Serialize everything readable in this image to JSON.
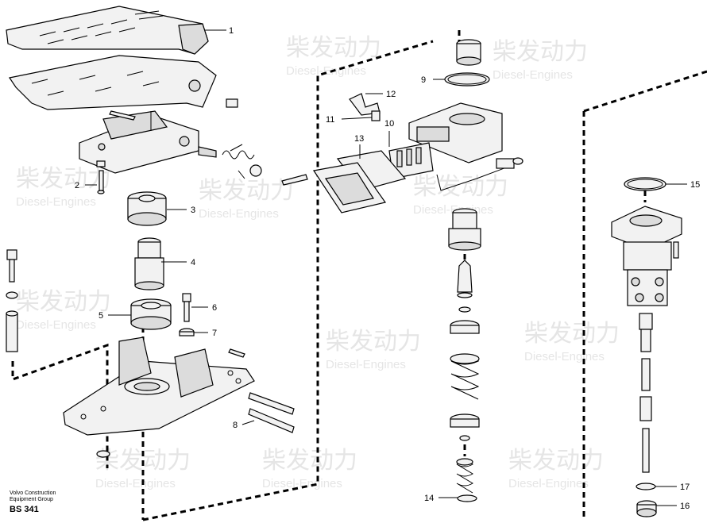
{
  "callouts": [
    {
      "label": "1"
    },
    {
      "label": "2"
    },
    {
      "label": "3"
    },
    {
      "label": "4"
    },
    {
      "label": "5"
    },
    {
      "label": "6"
    },
    {
      "label": "7"
    },
    {
      "label": "8"
    },
    {
      "label": "9"
    },
    {
      "label": "10"
    },
    {
      "label": "11"
    },
    {
      "label": "12"
    },
    {
      "label": "13"
    },
    {
      "label": "14"
    },
    {
      "label": "15"
    },
    {
      "label": "16"
    },
    {
      "label": "17"
    }
  ],
  "watermark": {
    "brand": "柴发动力",
    "sub": "Diesel-Engines"
  },
  "footer": {
    "line1": "Volvo Construction",
    "line2": "Equipment Group",
    "code": "BS 341"
  }
}
